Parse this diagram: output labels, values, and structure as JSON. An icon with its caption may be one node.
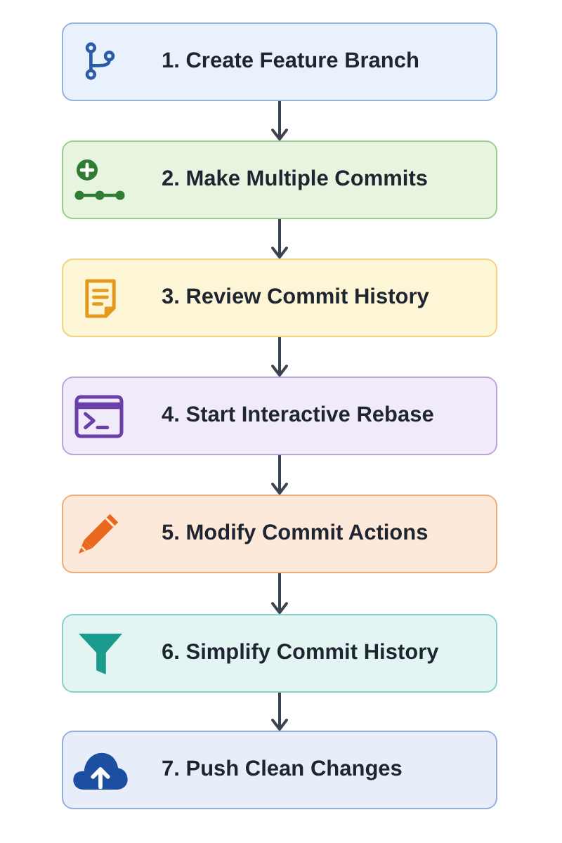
{
  "diagram": {
    "nodes": [
      {
        "text": [
          "1. Create Feature Branch"
        ]
      },
      {
        "text": [
          "2. Make Multiple Commits"
        ]
      },
      {
        "text": [
          "3. Review Commit History"
        ]
      },
      {
        "text": [
          "4. Start Interactive Rebase"
        ]
      },
      {
        "text": [
          "5. Modify Commit Actions"
        ]
      },
      {
        "text": [
          "6. Simplify Commit History"
        ]
      },
      {
        "text": [
          "7. Push Clean Changes"
        ]
      }
    ],
    "edges": [
      {
        "from": 0,
        "to": 1,
        "arrow": "to"
      },
      {
        "from": 1,
        "to": 2,
        "arrow": "to"
      },
      {
        "from": 2,
        "to": 3,
        "arrow": "to"
      },
      {
        "from": 3,
        "to": 4,
        "arrow": "to"
      },
      {
        "from": 4,
        "to": 5,
        "arrow": "to"
      },
      {
        "from": 5,
        "to": 6,
        "arrow": "to"
      }
    ]
  }
}
